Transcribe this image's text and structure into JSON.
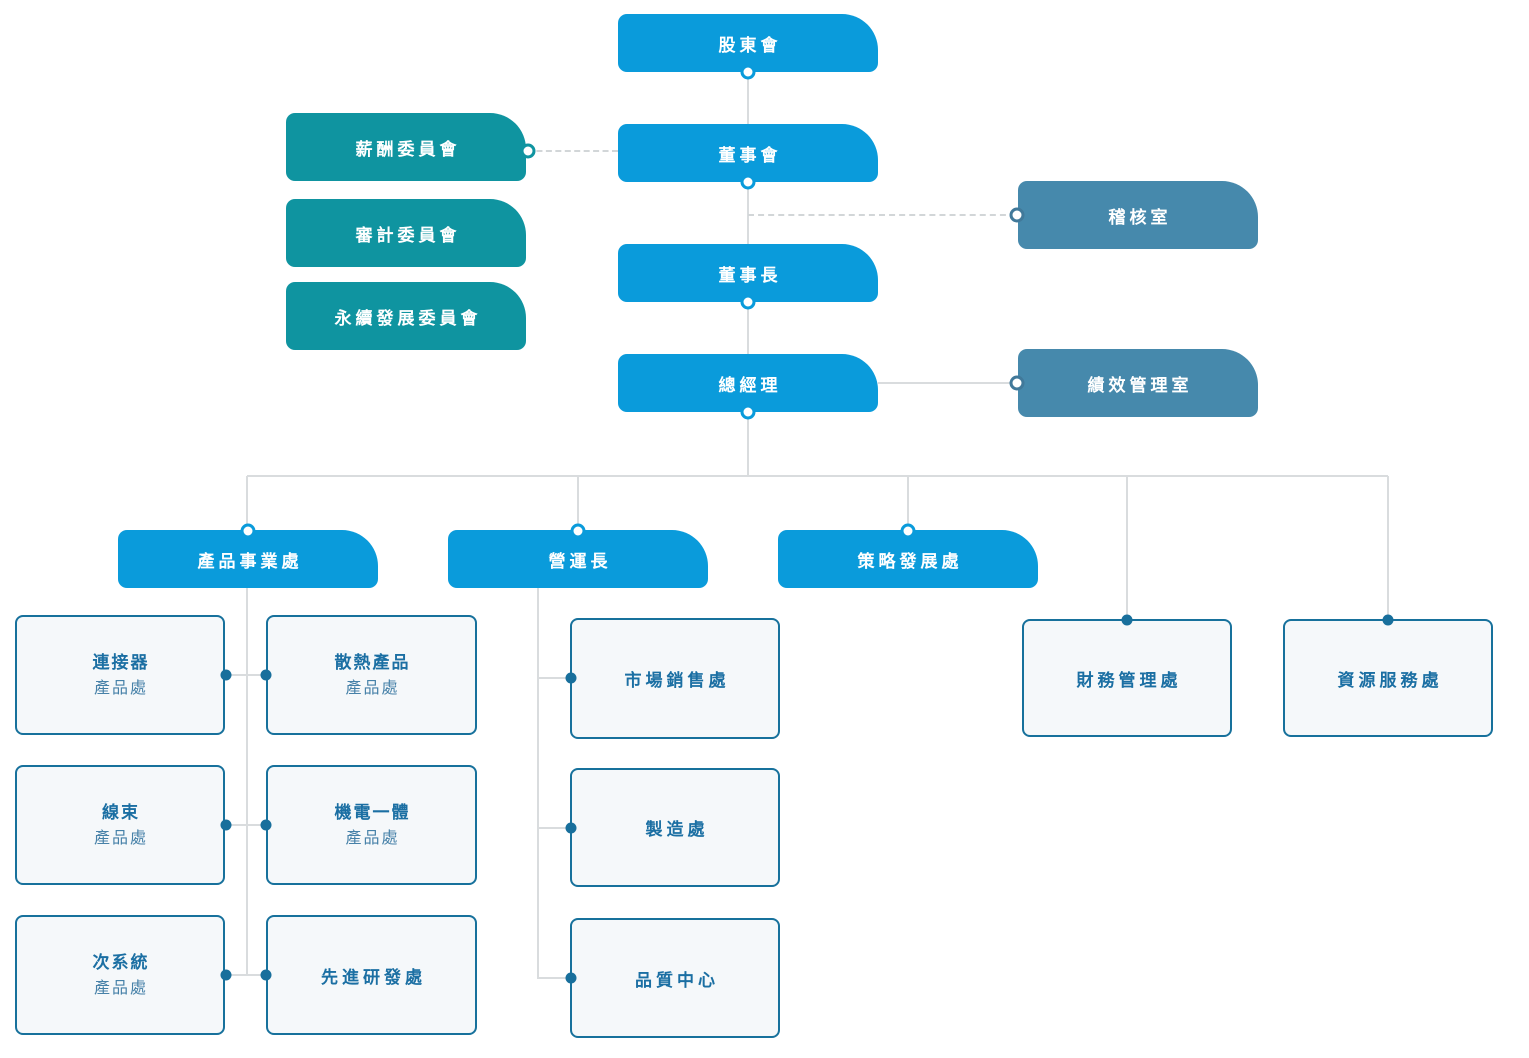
{
  "chart_title": "organization-chart",
  "colors": {
    "primary_blue": "#0a9bdb",
    "committee_teal": "#0f94a0",
    "staff_steel_blue": "#4689ac",
    "outline_border": "#17719c",
    "outline_fill": "#f5f8fa",
    "outline_text_dark": "#1b6fa3",
    "outline_text_light": "#4681a8",
    "connector_gray": "#d9dcde"
  },
  "nodes": {
    "shareholders": "股東會",
    "board": "董事會",
    "chairman": "董事長",
    "president": "總經理",
    "compensation_committee": "薪酬委員會",
    "audit_committee": "審計委員會",
    "sustainability_committee": "永續發展委員會",
    "audit_office": "稽核室",
    "performance_office": "績效管理室",
    "product_business": "產品事業處",
    "coo": "營運長",
    "strategy_development": "策略發展處",
    "finance": "財務管理處",
    "resource_services": "資源服務處",
    "connector_products": {
      "line1": "連接器",
      "line2": "產品處"
    },
    "thermal_products": {
      "line1": "散熱產品",
      "line2": "產品處"
    },
    "wire_harness": {
      "line1": "線束",
      "line2": "產品處"
    },
    "mechatronics": {
      "line1": "機電一體",
      "line2": "產品處"
    },
    "subsystem": {
      "line1": "次系統",
      "line2": "產品處"
    },
    "advanced_rd": "先進研發處",
    "market_sales": "市場銷售處",
    "manufacturing": "製造處",
    "quality_center": "品質中心"
  }
}
